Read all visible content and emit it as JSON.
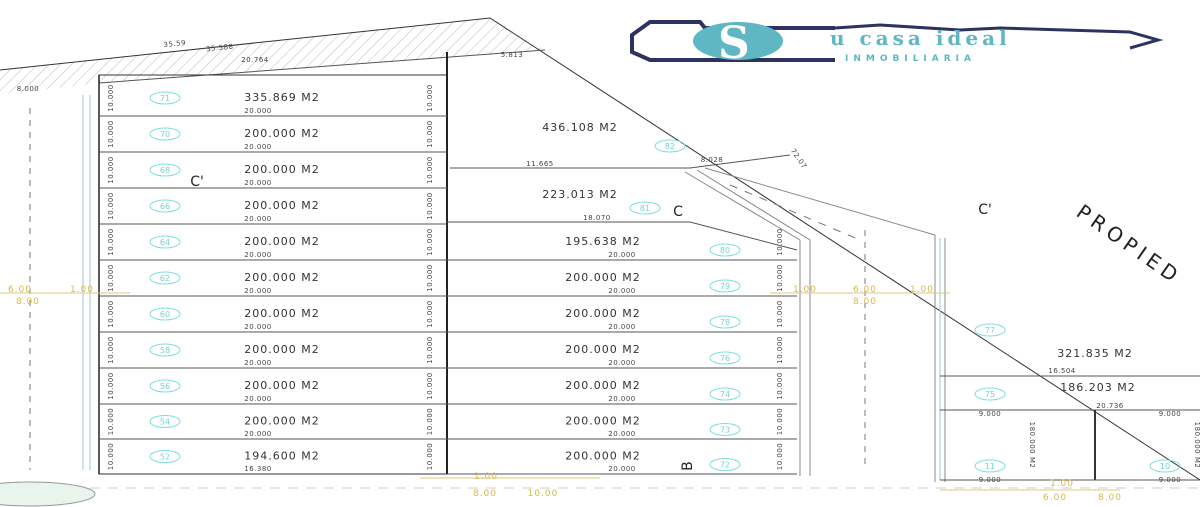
{
  "logo": {
    "letter": "S",
    "name": "u casa ideal",
    "subtitle": "INMOBILIARIA",
    "colors": {
      "primary": "#5fb7c3",
      "frame": "#2e3260"
    }
  },
  "left_block": {
    "lots": [
      {
        "number": "71",
        "area": "335.869 M2",
        "front": "20.000"
      },
      {
        "number": "70",
        "area": "200.000 M2",
        "front": "20.000"
      },
      {
        "number": "68",
        "area": "200.000 M2",
        "front": "20.000"
      },
      {
        "number": "66",
        "area": "200.000 M2",
        "front": "20.000"
      },
      {
        "number": "64",
        "area": "200.000 M2",
        "front": "20.000"
      },
      {
        "number": "62",
        "area": "200.000 M2",
        "front": "20.000"
      },
      {
        "number": "60",
        "area": "200.000 M2",
        "front": "20.000"
      },
      {
        "number": "58",
        "area": "200.000 M2",
        "front": "20.000"
      },
      {
        "number": "56",
        "area": "200.000 M2",
        "front": "20.000"
      },
      {
        "number": "54",
        "area": "200.000 M2",
        "front": "20.000"
      },
      {
        "number": "52",
        "area": "194.600 M2",
        "front": "16.380"
      }
    ],
    "depth": "10.000"
  },
  "right_block": {
    "top_lots": [
      {
        "number": "82",
        "area": "436.108 M2",
        "edge": "11.665"
      },
      {
        "number": "81",
        "area": "223.013 M2",
        "edge": "18.070"
      }
    ],
    "lots": [
      {
        "number": "80",
        "area": "195.638 M2",
        "front": "20.000"
      },
      {
        "number": "79",
        "area": "200.000 M2",
        "front": "20.000"
      },
      {
        "number": "78",
        "area": "200.000 M2",
        "front": "20.000"
      },
      {
        "number": "76",
        "area": "200.000 M2",
        "front": "20.000"
      },
      {
        "number": "74",
        "area": "200.000 M2",
        "front": "20.000"
      },
      {
        "number": "73",
        "area": "200.000 M2",
        "front": "20.000"
      },
      {
        "number": "72",
        "area": "200.000 M2",
        "front": "20.000"
      }
    ]
  },
  "east_block": {
    "lot77": {
      "number": "77",
      "area": "321.835 M2",
      "edge": "16.504"
    },
    "lot75": {
      "number": "75",
      "area": "186.203 M2"
    },
    "lot11": {
      "number": "11",
      "area": "180.000 M2",
      "front": "9.000",
      "back": "9.000"
    },
    "lot10": {
      "number": "10",
      "area": "180.000 M2",
      "front": "9.000",
      "back": "9.000"
    },
    "mid_edge": "20.736",
    "property_label": "PROPIED"
  },
  "perimeter": {
    "top_outer": "35.59",
    "top_inner": "35.588",
    "arc": "20.764",
    "corner": "5.813",
    "road_width": "8.000",
    "road_edge": "8.028",
    "diag": "72.07"
  },
  "road_dims": {
    "sidewalk": "1.00",
    "lane": "6.00",
    "road": "8.00",
    "road2": "10.00",
    "lane2": "8.00"
  },
  "section_marks": {
    "c_prime": "C'",
    "c": "C",
    "b": "B"
  }
}
